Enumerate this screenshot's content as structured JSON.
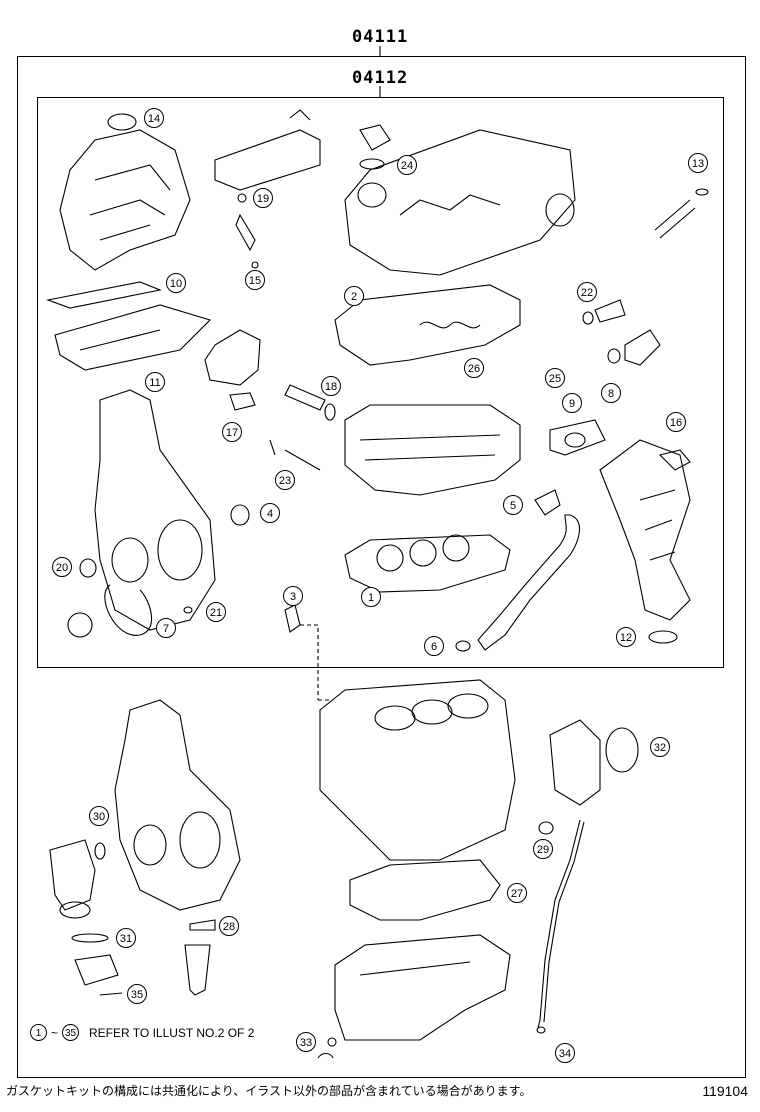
{
  "kit_codes": {
    "outer": "04111",
    "inner": "04112"
  },
  "callouts": [
    "14",
    "19",
    "24",
    "13",
    "15",
    "10",
    "2",
    "22",
    "11",
    "26",
    "25",
    "8",
    "18",
    "9",
    "17",
    "23",
    "16",
    "4",
    "5",
    "20",
    "1",
    "3",
    "21",
    "7",
    "6",
    "12",
    "32",
    "30",
    "29",
    "27",
    "28",
    "31",
    "35",
    "33",
    "34"
  ],
  "note": {
    "from": "1",
    "tilde": "~",
    "to": "35",
    "text": "REFER TO ILLUST NO.2 OF 2"
  },
  "footer": {
    "japanese": "ガスケットキットの構成には共通化により、イラスト以外の部品が含まれている場合があります。",
    "figure_number": "119104"
  }
}
